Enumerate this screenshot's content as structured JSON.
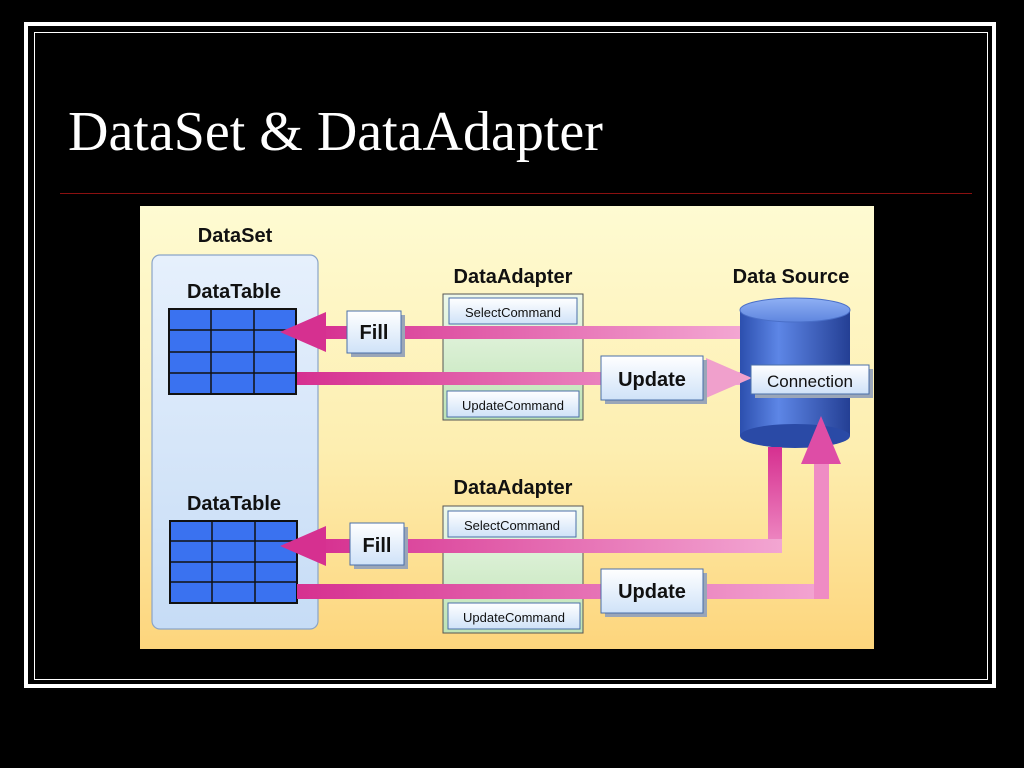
{
  "slide": {
    "title": "DataSet & DataAdapter"
  },
  "diagram": {
    "dataset_label": "DataSet",
    "datatable_labels": [
      "DataTable",
      "DataTable"
    ],
    "adapters": [
      {
        "label": "DataAdapter",
        "select_command": "SelectCommand",
        "update_command": "UpdateCommand",
        "fill_label": "Fill",
        "update_label": "Update"
      },
      {
        "label": "DataAdapter",
        "select_command": "SelectCommand",
        "update_command": "UpdateCommand",
        "fill_label": "Fill",
        "update_label": "Update"
      }
    ],
    "data_source_label": "Data Source",
    "connection_label": "Connection",
    "colors": {
      "background_top": "#fefbd0",
      "background_bottom": "#fdd680",
      "arrow": "#e0409a",
      "grid_fill": "#3a72f0",
      "cylinder": "#3b62c8",
      "adapter_fill": "#c2e8b8"
    }
  }
}
